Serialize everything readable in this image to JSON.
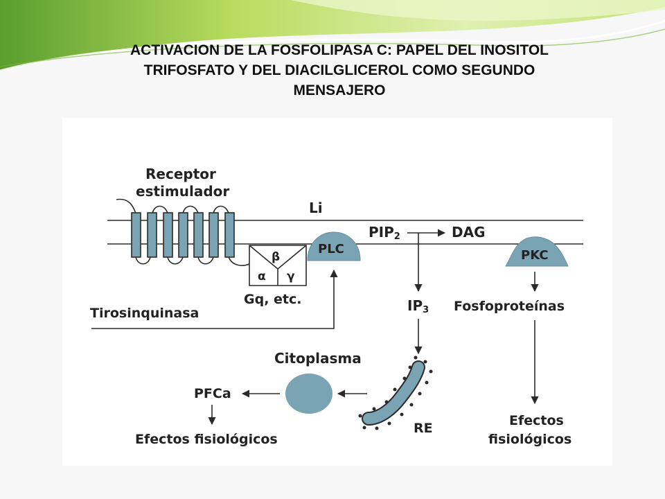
{
  "slide": {
    "title_lines": [
      "ACTIVACION DE LA FOSFOLIPASA C: PAPEL DEL INOSITOL",
      "TRIFOSFATO Y DEL DIACILGLICEROL COMO SEGUNDO",
      "MENSAJERO"
    ]
  },
  "diagram": {
    "receptor_line1": "Receptor",
    "receptor_line2": "estimulador",
    "li": "Li",
    "plc": "PLC",
    "pip2_main": "PIP",
    "pip2_sub": "2",
    "dag": "DAG",
    "pkc": "PKC",
    "g_alpha": "α",
    "g_beta": "β",
    "g_gamma": "γ",
    "gq": "Gq, etc.",
    "tirosinquinasa": "Tirosinquinasa",
    "ip3_main": "IP",
    "ip3_sub": "3",
    "fosfoproteinas": "Fosfoproteínas",
    "citoplasma": "Citoplasma",
    "pfca": "PFCa",
    "efectos_left": "Efectos fisiológicos",
    "re": "RE",
    "efectos_right_line1": "Efectos",
    "efectos_right_line2": "fisiológicos"
  },
  "colors": {
    "protein_fill": "#7aa3b3",
    "stroke": "#2a2a2a",
    "banner_green": "#a9d24a"
  }
}
